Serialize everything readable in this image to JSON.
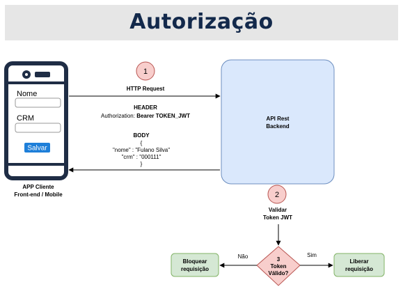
{
  "header": {
    "title": "Autorização"
  },
  "phone": {
    "nome_label": "Nome",
    "crm_label": "CRM",
    "salvar_label": "Salvar",
    "caption_line1": "APP Cliente",
    "caption_line2": "Front-end / Mobile"
  },
  "request": {
    "step_number": "1",
    "label": "HTTP Request",
    "header_title": "HEADER",
    "auth_prefix": "Authorization:",
    "auth_value": "Bearer TOKEN_JWT",
    "body_title": "BODY",
    "body_open": "{",
    "body_line1": "\"nome\" : \"Fulano Silva\"",
    "body_line2": "\"crm\" : \"000111\"",
    "body_close": "}"
  },
  "api": {
    "line1": "API Rest",
    "line2": "Backend"
  },
  "validation": {
    "step_number": "2",
    "label_line1": "Validar",
    "label_line2": "Token JWT"
  },
  "decision": {
    "line1": "3",
    "line2": "Token",
    "line3": "Válido?",
    "no_label": "Não",
    "yes_label": "Sim"
  },
  "block": {
    "line1": "Bloquear",
    "line2": "requisição"
  },
  "release": {
    "line1": "Liberar",
    "line2": "requisição"
  },
  "colors": {
    "title_band": "#e6e6e6",
    "title_text": "#13294b",
    "phone_frame": "#1f2d45",
    "api_fill": "#dae8fc",
    "api_stroke": "#6c8ebf",
    "step_fill": "#f8cecc",
    "step_stroke": "#b85450",
    "result_fill": "#d5e8d4",
    "result_stroke": "#82b366",
    "save_button": "#1e7fd9"
  }
}
